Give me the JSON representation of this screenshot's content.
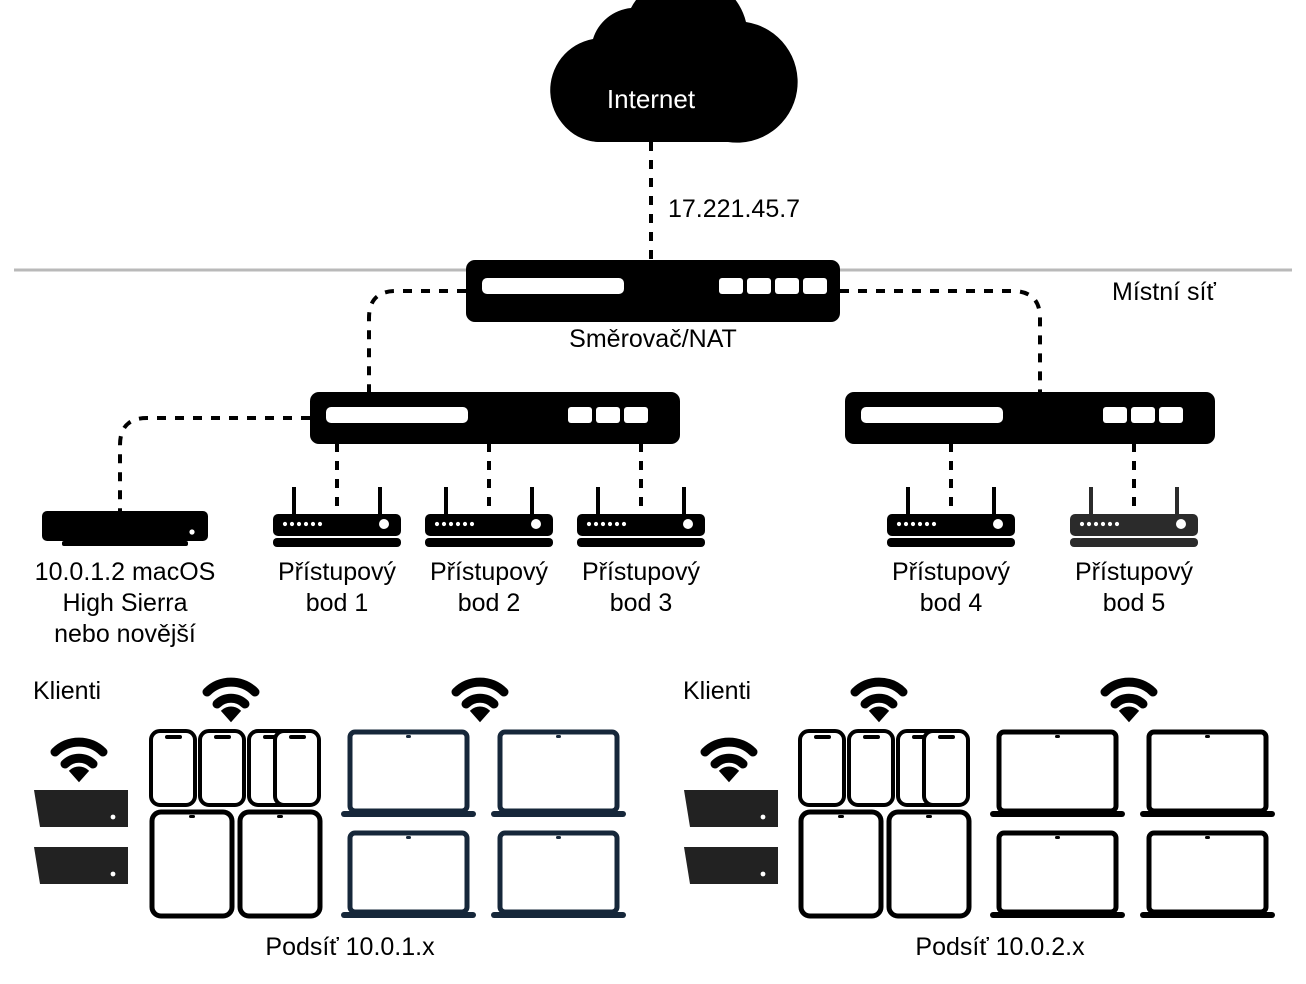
{
  "diagram": {
    "title": "Local network topology with router, switches and access points",
    "background": "#ffffff",
    "ink": "#000000",
    "laptop_color": "#16273a",
    "appletv_color": "#222222",
    "ap5_color": "#2b2b2b",
    "divider_color": "#b9b9b9"
  },
  "internet": {
    "label": "Internet",
    "wan_ip": "17.221.45.7"
  },
  "boundary": {
    "label": "Místní síť"
  },
  "router": {
    "label": "Směrovač/NAT",
    "ports": 4
  },
  "switches": [
    {
      "name": "switch-left",
      "ports": 3
    },
    {
      "name": "switch-right",
      "ports": 3
    }
  ],
  "server": {
    "label": "10.0.1.2 macOS\nHigh Sierra\nnebo novější"
  },
  "access_points": [
    {
      "label": "Přístupový\nbod 1"
    },
    {
      "label": "Přístupový\nbod 2"
    },
    {
      "label": "Přístupový\nbod 3"
    },
    {
      "label": "Přístupový\nbod 4"
    },
    {
      "label": "Přístupový\nbod 5"
    }
  ],
  "subnets": [
    {
      "clients_label": "Klienti",
      "subnet_label": "Podsíť 10.0.1.x",
      "phones": 4,
      "tablets": 2,
      "laptops": 4,
      "set_top_boxes": 2,
      "wifi_icons": 3
    },
    {
      "clients_label": "Klienti",
      "subnet_label": "Podsíť 10.0.2.x",
      "phones": 4,
      "tablets": 2,
      "laptops": 4,
      "set_top_boxes": 2,
      "wifi_icons": 3
    }
  ],
  "icons": {
    "cloud": "cloud-icon",
    "wifi": "wifi-icon",
    "router": "router-icon",
    "switch": "switch-icon",
    "access_point": "access-point-icon",
    "server": "server-icon",
    "phone": "phone-icon",
    "tablet": "tablet-icon",
    "laptop": "laptop-icon",
    "set_top_box": "set-top-box-icon"
  }
}
